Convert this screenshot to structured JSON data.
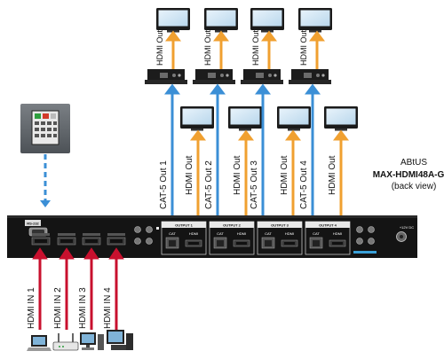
{
  "product": {
    "brand": "ABtUS",
    "model": "MAX-HDMI48A-G",
    "view": "(back view)"
  },
  "rs232_label": "RS-232",
  "inputs": [
    {
      "label": "HDMI IN 1",
      "source": "laptop-icon"
    },
    {
      "label": "HDMI IN 2",
      "source": "router-icon"
    },
    {
      "label": "HDMI IN 3",
      "source": "desktop-pc-icon"
    },
    {
      "label": "HDMI IN 4",
      "source": "tower-pc-icon"
    }
  ],
  "outputs": [
    {
      "port": "OUTPUT 1",
      "cat_label": "CAT-5 Out 1",
      "hdmi_label": "HDMI Out",
      "port_cat": "CAT",
      "port_hdmi": "HDMI",
      "receiver_label": "HDMI Out"
    },
    {
      "port": "OUTPUT 2",
      "cat_label": "CAT-5 Out 2",
      "hdmi_label": "HDMI Out",
      "port_cat": "CAT",
      "port_hdmi": "HDMI",
      "receiver_label": "HDMI Out"
    },
    {
      "port": "OUTPUT 3",
      "cat_label": "CAT-5 Out 3",
      "hdmi_label": "HDMI Out",
      "port_cat": "CAT",
      "port_hdmi": "HDMI",
      "receiver_label": "HDMI Out"
    },
    {
      "port": "OUTPUT 4",
      "cat_label": "CAT-5 Out 4",
      "hdmi_label": "HDMI Out",
      "port_cat": "CAT",
      "port_hdmi": "HDMI",
      "receiver_label": "HDMI Out"
    }
  ],
  "power_label": "+12V DC",
  "colors": {
    "input_arrow": "#c8102e",
    "cat_arrow": "#3b8fd6",
    "hdmi_arrow": "#f0a030",
    "panel": "#141414",
    "rs232_arrow": "#3b8fd6"
  }
}
